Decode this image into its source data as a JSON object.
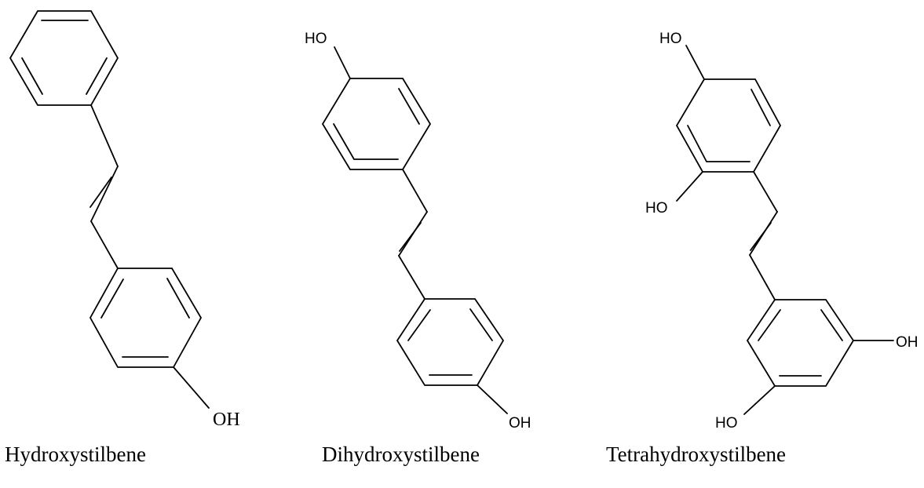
{
  "molecules": [
    {
      "name": "Hydroxystilbene",
      "labels": [
        "OH"
      ]
    },
    {
      "name": "Dihydroxystilbene",
      "labels": [
        "HO",
        "OH"
      ]
    },
    {
      "name": "Tetrahydroxystilbene",
      "labels": [
        "HO",
        "HO",
        "OH",
        "HO"
      ]
    }
  ],
  "colors": {
    "ink": "#000000",
    "background": "#ffffff"
  }
}
